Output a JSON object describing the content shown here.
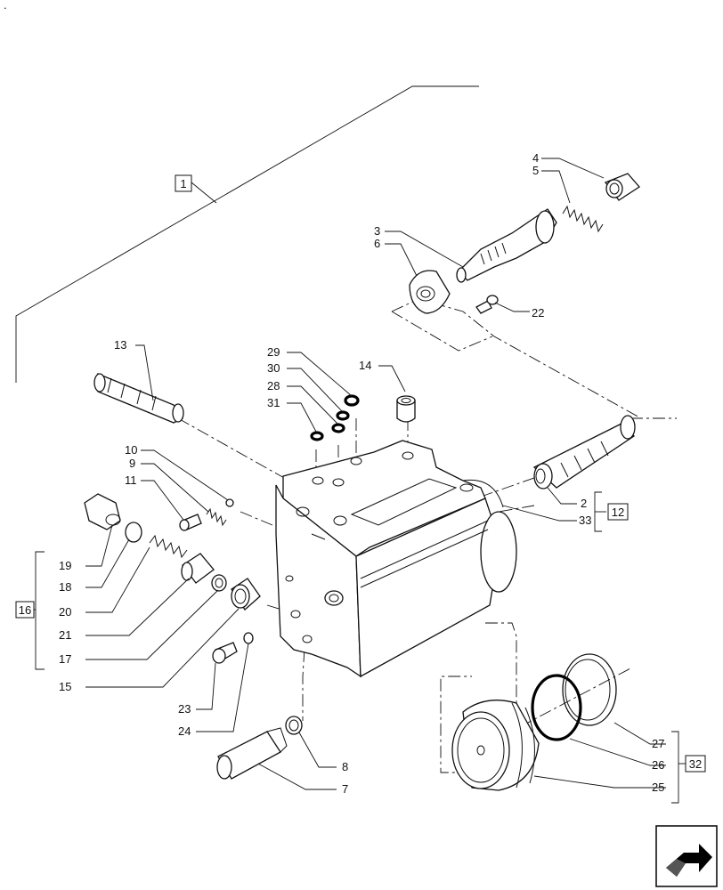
{
  "corner_mark": ".",
  "labels": {
    "l1": "1",
    "l2": "2",
    "l3": "3",
    "l4": "4",
    "l5": "5",
    "l6": "6",
    "l7": "7",
    "l8": "8",
    "l9": "9",
    "l10": "10",
    "l11": "11",
    "l12": "12",
    "l13": "13",
    "l14": "14",
    "l15": "15",
    "l16": "16",
    "l17": "17",
    "l18": "18",
    "l19": "19",
    "l20": "20",
    "l21": "21",
    "l22": "22",
    "l23": "23",
    "l24": "24",
    "l25": "25",
    "l26": "26",
    "l27": "27",
    "l28": "28",
    "l29": "29",
    "l30": "30",
    "l31": "31",
    "l32": "32",
    "l33": "33"
  },
  "nav_icon": "next-page-arrow-icon"
}
